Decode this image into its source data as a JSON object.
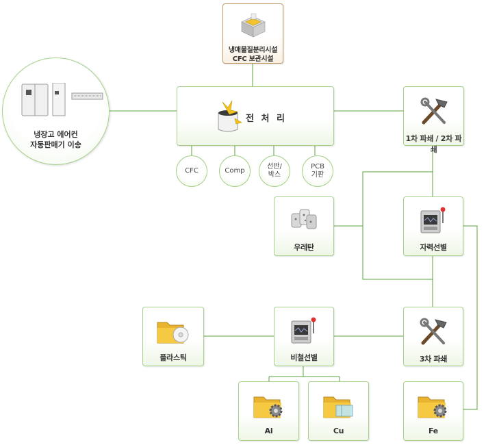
{
  "nodes": {
    "cfc_storage": {
      "line1": "냉매물질분리시설",
      "line2": "CFC 보관시설",
      "icon": "storage-box-icon"
    },
    "pretreatment": {
      "label": "전 처 리",
      "icon": "cup-icon"
    },
    "appliances": {
      "line1": "냉장고 에어컨",
      "line2": "자동판매기 이송",
      "icon": "appliances-icon"
    },
    "crush12": {
      "label": "1차 파쇄 / 2차 파쇄",
      "icon": "hammer-wrench-icon"
    },
    "urethane": {
      "label": "우레탄",
      "icon": "urethane-icon"
    },
    "magnetic": {
      "label": "자력선별",
      "icon": "sorting-machine-icon"
    },
    "plastic": {
      "label": "플라스틱",
      "icon": "folder-disc-icon"
    },
    "nonferrous": {
      "label": "비철선별",
      "icon": "sorting-machine-icon"
    },
    "crush3": {
      "label": "3차 파쇄",
      "icon": "hammer-wrench-icon"
    },
    "al": {
      "label": "Al",
      "icon": "folder-gear-icon"
    },
    "cu": {
      "label": "Cu",
      "icon": "folder-glass-icon"
    },
    "fe": {
      "label": "Fe",
      "icon": "folder-gear-icon"
    }
  },
  "components": [
    {
      "label": "CFC"
    },
    {
      "label": "Comp"
    },
    {
      "label": "선반/\n박스"
    },
    {
      "label": "PCB\n기판"
    }
  ],
  "colors": {
    "line": "#5aa33c",
    "border": "#a7d08a",
    "top_border": "#c29866"
  }
}
